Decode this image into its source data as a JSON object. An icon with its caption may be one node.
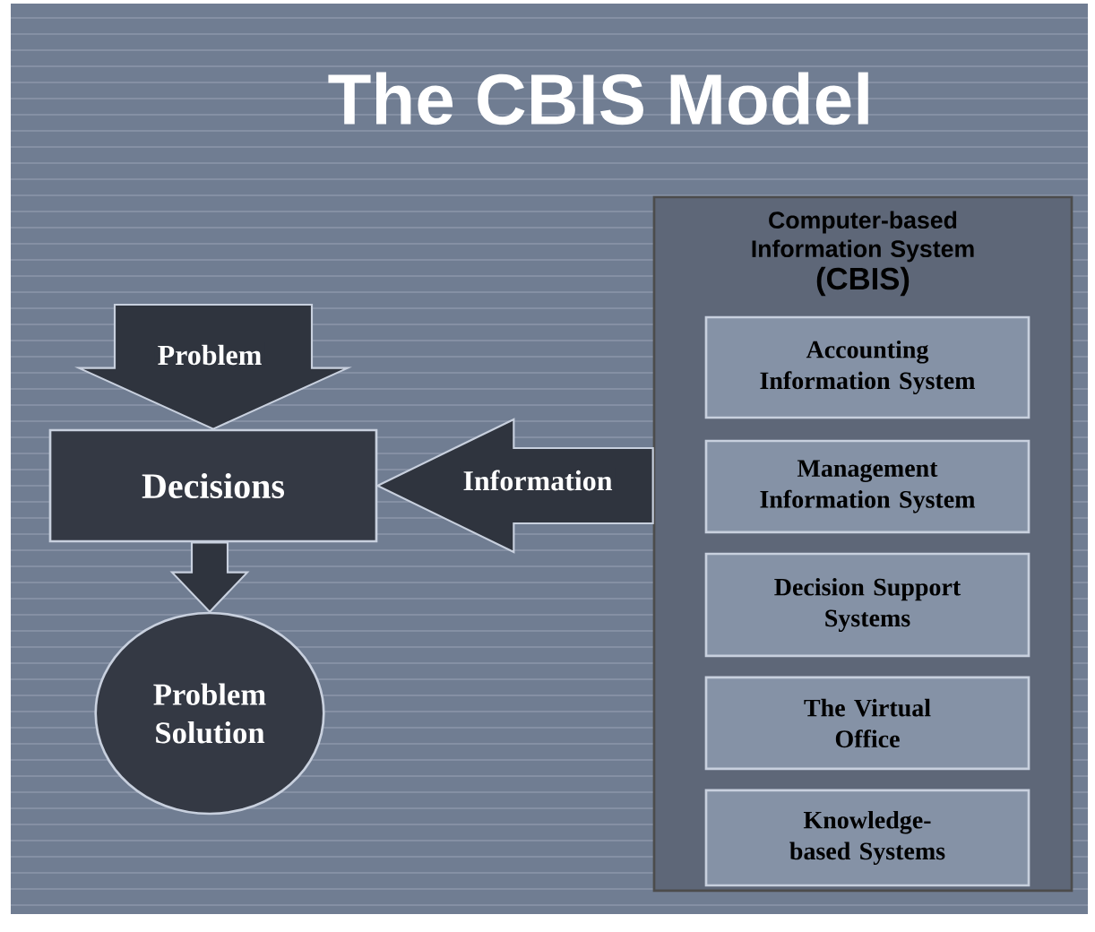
{
  "diagram": {
    "title": "The CBIS Model",
    "nodes": [
      {
        "text": [
          "Decisions"
        ]
      },
      {
        "text": [
          "Problem Solution"
        ]
      },
      {
        "text": [
          "Computer-based Information System",
          "(CBIS)"
        ]
      },
      {
        "text": [
          "Accounting Information System"
        ],
        "in": 2
      },
      {
        "text": [
          "Management Information System"
        ],
        "in": 2
      },
      {
        "text": [
          "Decision Support Systems"
        ],
        "in": 2
      },
      {
        "text": [
          "The Virtual Office"
        ],
        "in": 2
      },
      {
        "text": [
          "Knowledge-based Systems"
        ],
        "in": 2
      }
    ],
    "edges": [
      {
        "from": null,
        "to": 0,
        "arrow": "to",
        "label": "Problem"
      },
      {
        "from": 2,
        "to": 0,
        "arrow": "to",
        "label": "Information"
      },
      {
        "from": 0,
        "to": 1,
        "arrow": "to"
      }
    ]
  }
}
